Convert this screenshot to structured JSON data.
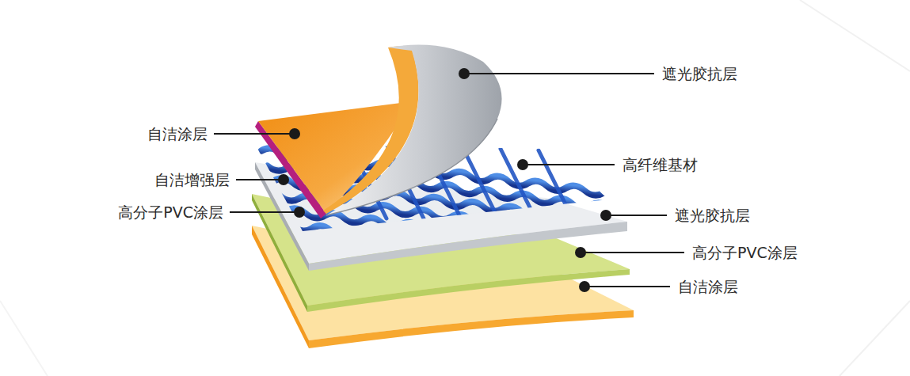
{
  "diagram": {
    "labels": [
      "遮光胶抗层",
      "自洁涂层",
      "高纤维基材",
      "自洁增强层",
      "高分子PVC涂层",
      "遮光胶抗层",
      "高分子PVC涂层",
      "自洁涂层"
    ]
  }
}
